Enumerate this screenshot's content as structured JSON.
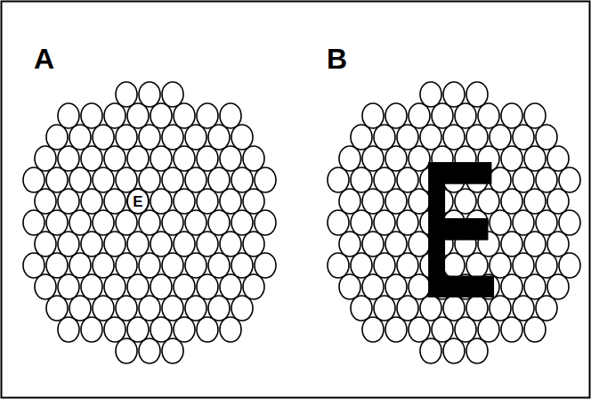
{
  "diagram": {
    "nodes": [
      {
        "text": [
          "E"
        ]
      }
    ],
    "labels": [
      "A",
      "B",
      "E"
    ]
  }
}
